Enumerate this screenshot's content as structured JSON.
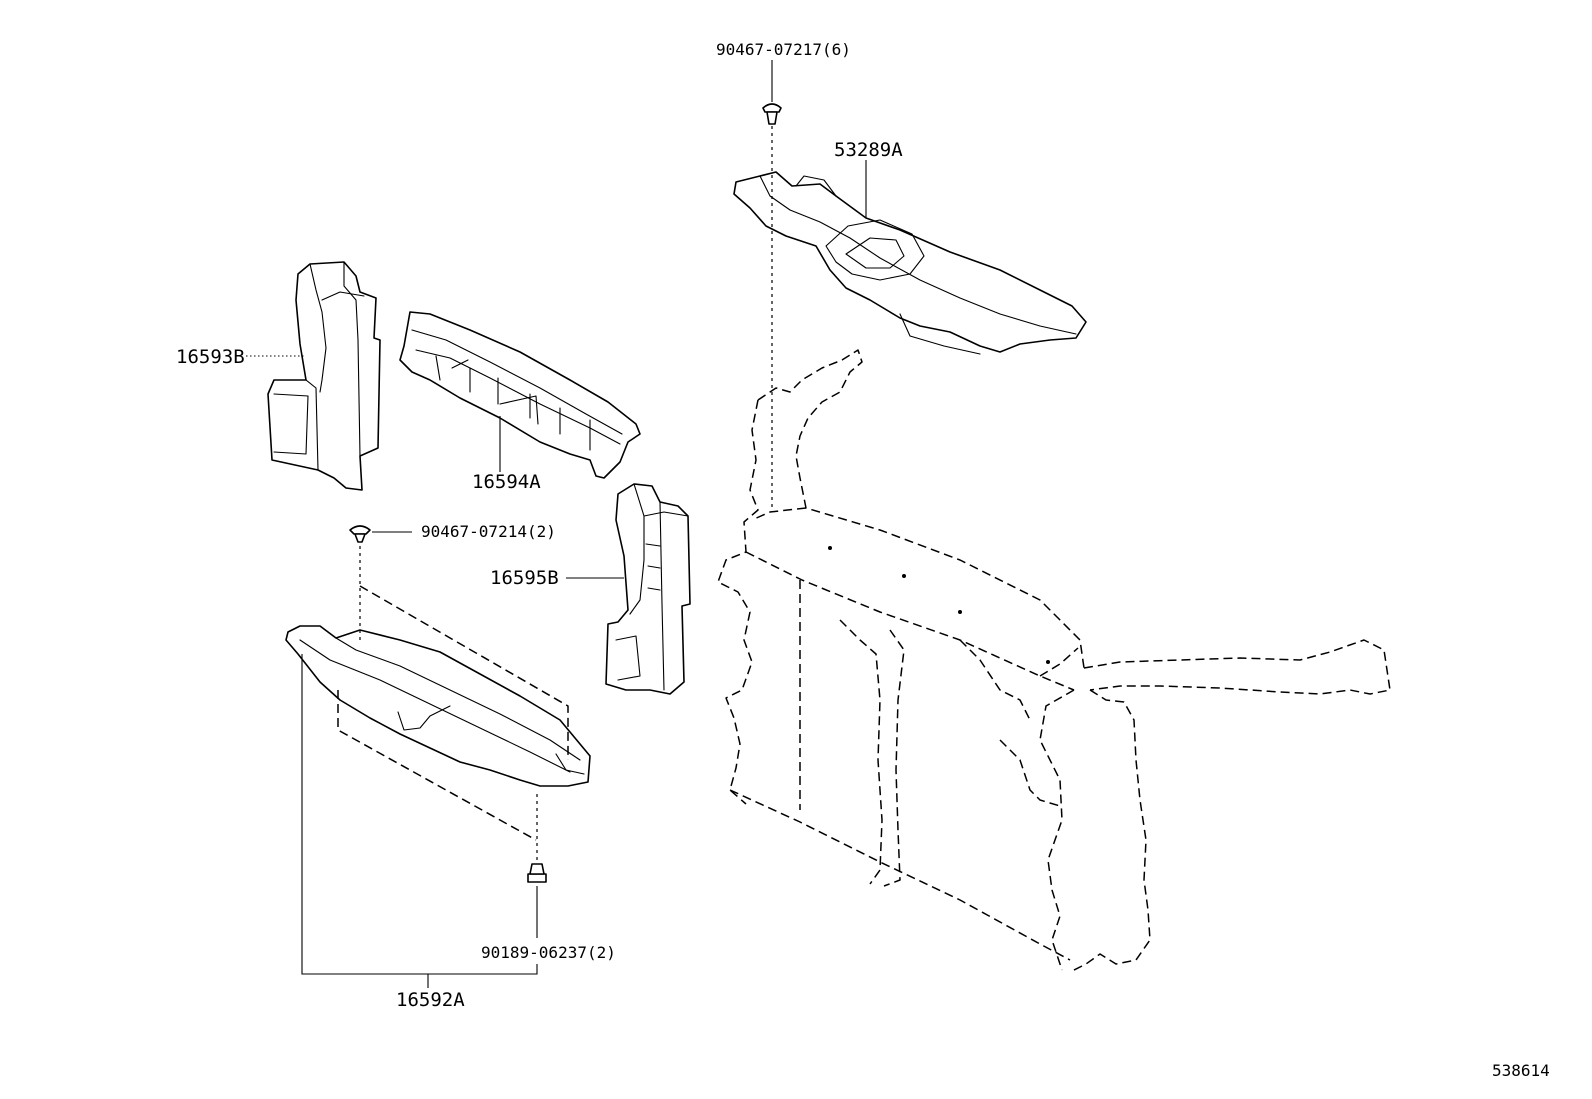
{
  "callouts": {
    "bolt_top": "90467-07217(6)",
    "support_top": "53289A",
    "seal_left": "16593B",
    "duct_center": "16594A",
    "clip_mid": "90467-07214(2)",
    "seal_right": "16595B",
    "clip_bottom": "90189-06237(2)",
    "cover_bottom": "16592A"
  },
  "figure_id": "538614"
}
